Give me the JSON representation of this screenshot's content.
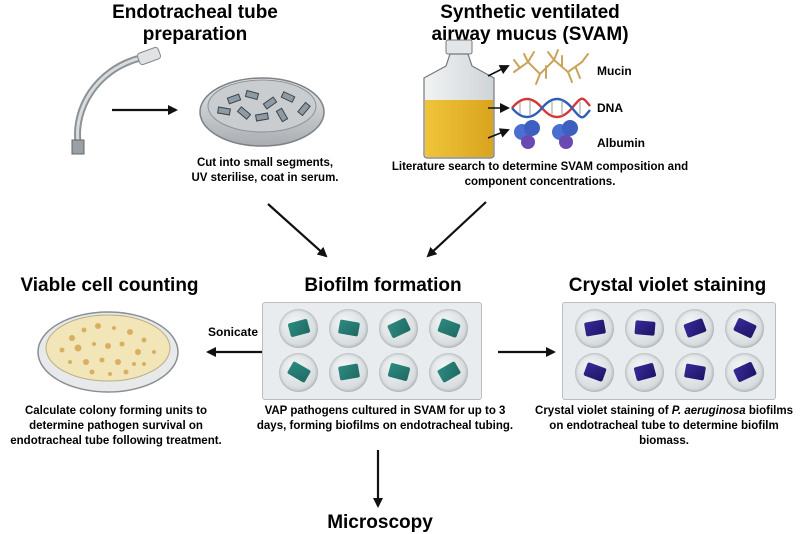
{
  "sections": {
    "ett_prep": {
      "title_line1": "Endotracheal tube",
      "title_line2": "preparation",
      "caption_line1": "Cut into small segments,",
      "caption_line2": "UV sterilise, coat in serum."
    },
    "svam": {
      "title_line1": "Synthetic ventilated",
      "title_line2": "airway mucus (SVAM)",
      "components": [
        "Mucin",
        "DNA",
        "Albumin"
      ],
      "caption_line1": "Literature search to determine SVAM composition and",
      "caption_line2": "component concentrations."
    },
    "biofilm": {
      "title": "Biofilm formation",
      "caption_line1": "VAP pathogens cultured in SVAM for up to 3",
      "caption_line2": "days, forming biofilms on endotracheal tubing."
    },
    "viable": {
      "title": "Viable cell counting",
      "arrow_label": "Sonicate",
      "caption_line1": "Calculate colony forming units to",
      "caption_line2": "determine pathogen survival on",
      "caption_line3": "endotracheal tube following treatment."
    },
    "crystal": {
      "title": "Crystal violet staining",
      "caption_line1_pre": "Crystal violet staining of ",
      "caption_line1_em": "P. aeruginosa",
      "caption_line1_post": " biofilms",
      "caption_line2": "on endotracheal tube to determine biofilm",
      "caption_line3": "biomass."
    },
    "microscopy": {
      "title": "Microscopy"
    }
  },
  "colors": {
    "mucus": "#e8b92a",
    "mucin": "#c9a45a",
    "dna_a": "#d23a3a",
    "dna_b": "#2f5fb3",
    "albumin": "#4a6fd0",
    "biofilm_segment": "#2d8a80",
    "crystal_violet": "#2a1f86",
    "agar": "#f2e6b8",
    "colony": "#d8b060"
  }
}
